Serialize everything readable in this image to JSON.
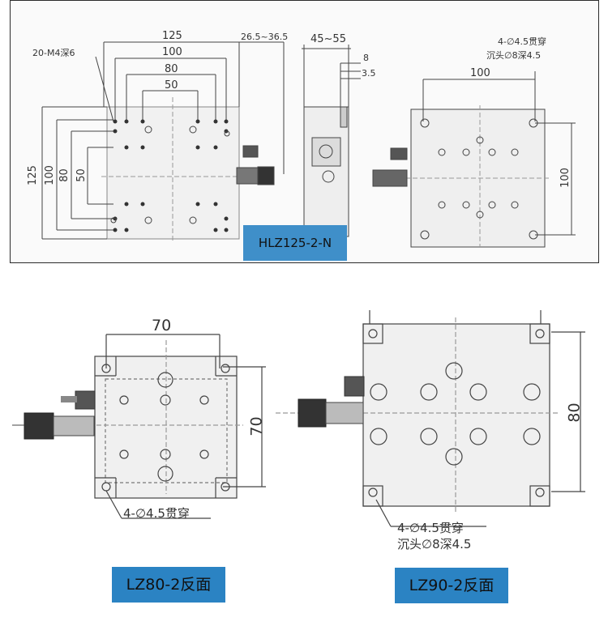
{
  "top_drawing": {
    "left_view": {
      "tap_note": "20-M4深6",
      "dims_horizontal": [
        "125",
        "100",
        "80",
        "50"
      ],
      "dims_vertical": [
        "125",
        "100",
        "80",
        "50"
      ],
      "range_dim": "26.5~36.5"
    },
    "side_view": {
      "range_dim": "45~55",
      "dim_8": "8",
      "dim_3_5": "3.5"
    },
    "right_view": {
      "hole_note_line1": "4-∅4.5贯穿",
      "hole_note_line2": "沉头∅8深4.5",
      "dim_top": "100",
      "dim_side": "100"
    },
    "model_label": "HLZ125-2-N"
  },
  "bottom_left": {
    "dim_top": "70",
    "dim_side": "70",
    "hole_note": "4-∅4.5贯穿",
    "caption": "LZ80-2反面"
  },
  "bottom_right": {
    "dim_side": "80",
    "hole_note_line1": "4-∅4.5贯穿",
    "hole_note_line2": "沉头∅8深4.5",
    "caption": "LZ90-2反面"
  }
}
